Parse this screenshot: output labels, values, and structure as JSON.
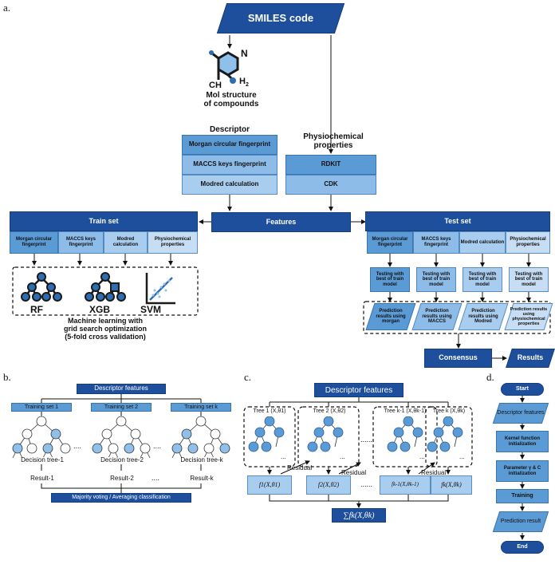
{
  "panels": {
    "a": "a.",
    "b": "b.",
    "c": "c.",
    "d": "d."
  },
  "a": {
    "smiles": "SMILES code",
    "mol_label": "Mol structure\nof compounds",
    "mol_N": "N",
    "mol_CH": "CH",
    "mol_H2": "H",
    "mol_H2_sub": "2",
    "descriptor_title": "Descriptor",
    "descriptor_items": [
      "Morgan circular fingerprint",
      "MACCS keys fingerprint",
      "Modred calculation"
    ],
    "physio_title": "Physiochemical\nproperties",
    "physio_items": [
      "RDKIT",
      "CDK"
    ],
    "features": "Features",
    "train_set": "Train set",
    "train_items": [
      "Morgan circular fingerprint",
      "MACCS keys fingerprint",
      "Modred calculation",
      "Physiochemical properties"
    ],
    "models": [
      "RF",
      "XGB",
      "SVM"
    ],
    "ml_caption": "Machine learning with\ngrid search optimization\n(5-fold cross validation)",
    "test_set": "Test set",
    "test_items": [
      "Morgan circular fingerprint",
      "MACCS keys fingerprint",
      "Modred calculation",
      "Physiochemical properties"
    ],
    "testing": [
      "Testing with best of train model",
      "Testing with best of train model",
      "Testing with best of train model",
      "Testing with best of train model"
    ],
    "predictions": [
      "Prediction results using morgan",
      "Prediction results using MACCS",
      "Prediction results using Modred",
      "Prediction results using physiochemical properties"
    ],
    "consensus": "Consensus",
    "results": "Results"
  },
  "b": {
    "descriptor_features": "Descriptor features",
    "training_sets": [
      "Training set 1",
      "Training set 2",
      "Training set k"
    ],
    "decision_trees": [
      "Decision tree-1",
      "Decision tree-2",
      "Decision tree-k"
    ],
    "results": [
      "Result-1",
      "Result-2",
      "Result-k"
    ],
    "ellipsis": "....",
    "majority": "Majority voting / Averaging classification"
  },
  "c": {
    "descriptor_features": "Descriptor features",
    "trees": [
      "Tree 1 (X,θ1)",
      "Tree 2 (X,θ2)",
      "Tree k-1 (X,θk-1)",
      "Tree k (X,θk)"
    ],
    "residual": "Residual",
    "functions": [
      "f1(X,θ1)",
      "f2(X,θ2)",
      "fk-1(X,θk-1)",
      "fk(X,θk)"
    ],
    "ellipsis": "......",
    "tree_ellipsis": "...",
    "sum": "∑fk(X,θk)"
  },
  "d": {
    "steps": [
      "Start",
      "Descriptor features",
      "Kernel function initialization",
      "Parameter γ & C initialization",
      "Training",
      "Prediction result",
      "End"
    ]
  }
}
